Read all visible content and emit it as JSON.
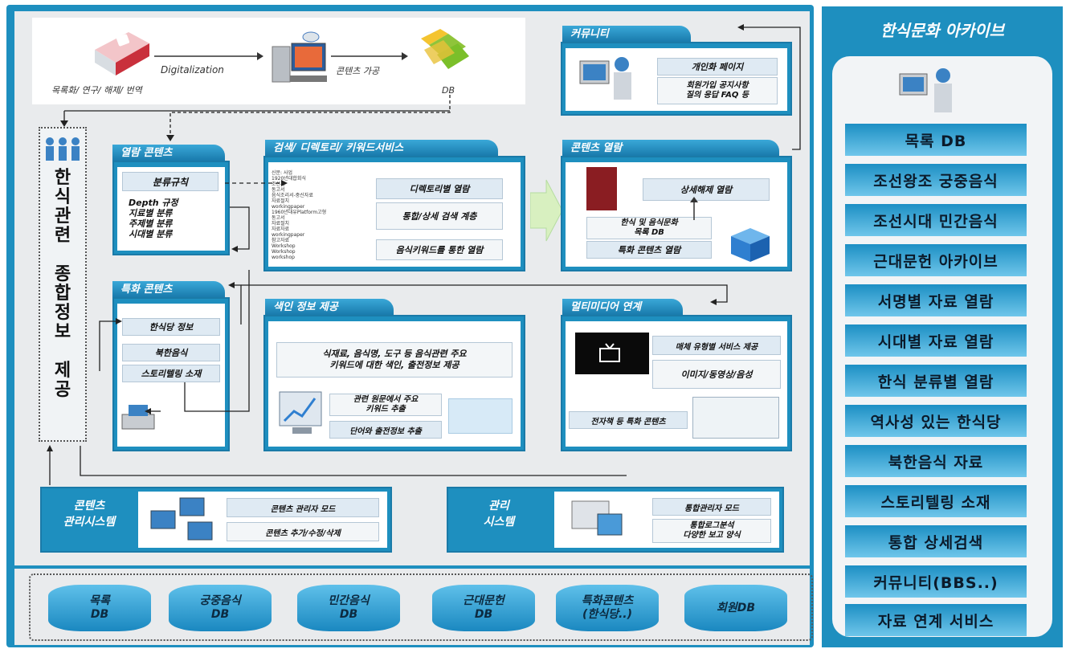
{
  "top_flow": {
    "label_research": "목록화/ 연구/ 해제/ 번역",
    "label_digitalization": "Digitalization",
    "label_content": "콘텐츠 가공",
    "label_db": "DB"
  },
  "left_column": {
    "lines": [
      "한",
      "식",
      "관",
      "련",
      "",
      "종",
      "합",
      "정",
      "보",
      "",
      "제",
      "공"
    ]
  },
  "browse_content": {
    "tab": "열람 콘텐츠",
    "rule_header": "분류규칙",
    "rules": [
      "Depth 규정",
      "지료별 분류",
      "주제별 분류",
      "시대별 분류"
    ]
  },
  "special_content": {
    "tab": "특화 콘텐츠",
    "item1": "한식당 정보",
    "item2": "북한음식",
    "item3": "스토리텔링 소재"
  },
  "search_service": {
    "tab": "검색/ 디렉토리/ 키워드서비스",
    "item1": "디렉토리별 열람",
    "item2": "통합/상세 검색 계층",
    "item3": "음식키워드를 통한 열람",
    "tree_items": [
      "신문: 사업",
      "1920년대합회식",
      "조선시",
      "동고서",
      "음식조리서-중신자료",
      "자료절치",
      "workingpaper",
      "1960년대유Platform고형",
      "동고서",
      "자료절치",
      "자료자료",
      "workingpaper",
      "참고자료",
      "Workshop",
      "Workshop",
      "workshop"
    ]
  },
  "community": {
    "tab": "커뮤니티",
    "header": "개인화 페이지",
    "body_line1": "회원가입 공지사항",
    "body_line2": "질의 응답 FAQ 등"
  },
  "content_browse": {
    "tab": "콘텐츠 열람",
    "item1": "상세해제 열람",
    "item2_line1": "한식 및 음식문화",
    "item2_line2": "목록 DB",
    "item3": "특화 콘텐츠 열람"
  },
  "index_info": {
    "tab": "색인 정보 제공",
    "desc_line1": "식재료, 음식명, 도구 등 음식관련 주요",
    "desc_line2": "키워드에 대한 색인, 출전정보 제공",
    "item1_line1": "관련 원문에서 주요",
    "item1_line2": "키워드 추출",
    "item2": "단어와 출전정보 추출"
  },
  "multimedia": {
    "tab": "멀티미디어 연계",
    "item1": "매체 유형별 서비스 제공",
    "item2": "이미지/동영상/음성",
    "item3": "전자책 등 특화 콘텐츠"
  },
  "cms": {
    "title_line1": "콘텐츠",
    "title_line2": "관리시스템",
    "item1": "콘텐츠 관리자 모드",
    "item2": "콘텐츠 추가/수정/삭제"
  },
  "admin": {
    "title_line1": "관리",
    "title_line2": "시스템",
    "item1": "통합관리자 모드",
    "item2_line1": "통합로그분석",
    "item2_line2": "다양한 보고 양식"
  },
  "databases": [
    {
      "line1": "목록",
      "line2": "DB"
    },
    {
      "line1": "궁중음식",
      "line2": "DB"
    },
    {
      "line1": "민간음식",
      "line2": "DB"
    },
    {
      "line1": "근대문헌",
      "line2": "DB"
    },
    {
      "line1": "특화콘텐츠",
      "line2": "(한식당..)"
    },
    {
      "line1": "회원DB",
      "line2": ""
    }
  ],
  "archive": {
    "title": "한식문화 아카이브",
    "items": [
      "목록 DB",
      "조선왕조 궁중음식",
      "조선시대 민간음식",
      "근대문헌 아카이브",
      "서명별 자료 열람",
      "시대별 자료 열람",
      "한식 분류별 열람",
      "역사성 있는 한식당",
      "북한음식 자료",
      "스토리텔링 소재",
      "통합 상세검색",
      "커뮤니티(BBS..)",
      "자료 연계 서비스"
    ]
  },
  "colors": {
    "accent": "#1e8fbf",
    "panel": "#e9ebed"
  }
}
